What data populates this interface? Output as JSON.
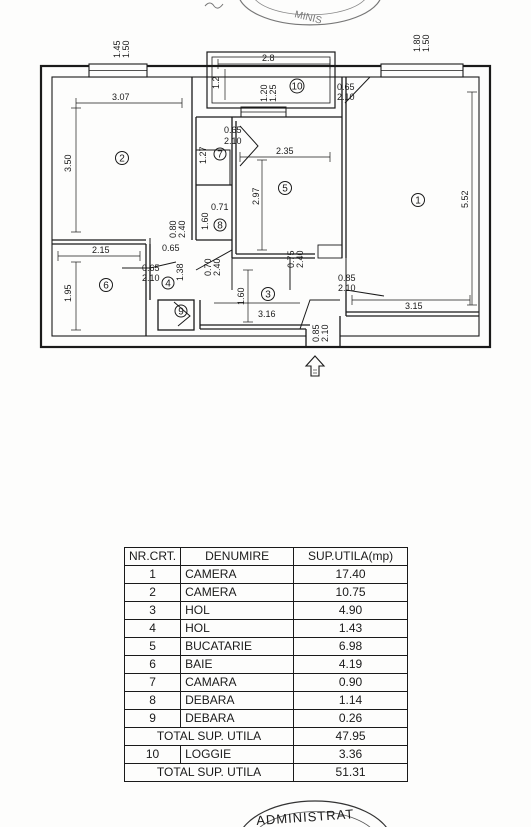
{
  "stamp_top": {
    "text": "MINIS"
  },
  "stamp_bottom": {
    "text": "ADMINISTRAT"
  },
  "plan": {
    "rooms": [
      {
        "num": "1"
      },
      {
        "num": "2"
      },
      {
        "num": "3"
      },
      {
        "num": "4"
      },
      {
        "num": "5"
      },
      {
        "num": "6"
      },
      {
        "num": "7"
      },
      {
        "num": "8"
      },
      {
        "num": "9"
      },
      {
        "num": "10"
      }
    ],
    "dims": {
      "w_145": "1.45",
      "w_150a": "1.50",
      "w_180": "1.80",
      "w_150b": "1.50",
      "d_28": "2.8",
      "d_12": "1.2",
      "d_120": "1.20",
      "d_125": "1.25",
      "d_065a": "0.65",
      "d_210a": "2.10",
      "d_307": "3.07",
      "d_350": "3.50",
      "d_065b": "0.65",
      "d_210b": "2.10",
      "d_127": "1.27",
      "d_235": "2.35",
      "d_297": "2.97",
      "d_552": "5.52",
      "d_071": "0.71",
      "d_160a": "1.60",
      "d_080": "0.80",
      "d_240a": "2.40",
      "d_065c": "0.65",
      "d_215": "2.15",
      "d_195": "1.95",
      "d_065d": "0.65",
      "d_210c": "2.10",
      "d_138": "1.38",
      "d_070": "0.70",
      "d_240b": "2.40",
      "d_075": "0.75",
      "d_240c": "2.40",
      "d_160b": "1.60",
      "d_316": "3.16",
      "d_085a": "0.85",
      "d_210d": "2.10",
      "d_315": "3.15",
      "d_085b": "0.85",
      "d_210e": "2.10"
    }
  },
  "table": {
    "headers": {
      "nr": "NR.CRT.",
      "name": "DENUMIRE",
      "area": "SUP.UTILA(mp)"
    },
    "rows": [
      {
        "nr": "1",
        "name": "CAMERA",
        "area": "17.40"
      },
      {
        "nr": "2",
        "name": "CAMERA",
        "area": "10.75"
      },
      {
        "nr": "3",
        "name": "HOL",
        "area": "4.90"
      },
      {
        "nr": "4",
        "name": "HOL",
        "area": "1.43"
      },
      {
        "nr": "5",
        "name": "BUCATARIE",
        "area": "6.98"
      },
      {
        "nr": "6",
        "name": "BAIE",
        "area": "4.19"
      },
      {
        "nr": "7",
        "name": "CAMARA",
        "area": "0.90"
      },
      {
        "nr": "8",
        "name": "DEBARA",
        "area": "1.14"
      },
      {
        "nr": "9",
        "name": "DEBARA",
        "area": "0.26"
      }
    ],
    "total1": {
      "label": "TOTAL  SUP. UTILA",
      "area": "47.95"
    },
    "loggia": {
      "nr": "10",
      "name": "LOGGIE",
      "area": "3.36"
    },
    "total2": {
      "label": "TOTAL  SUP. UTILA",
      "area": "51.31"
    }
  }
}
